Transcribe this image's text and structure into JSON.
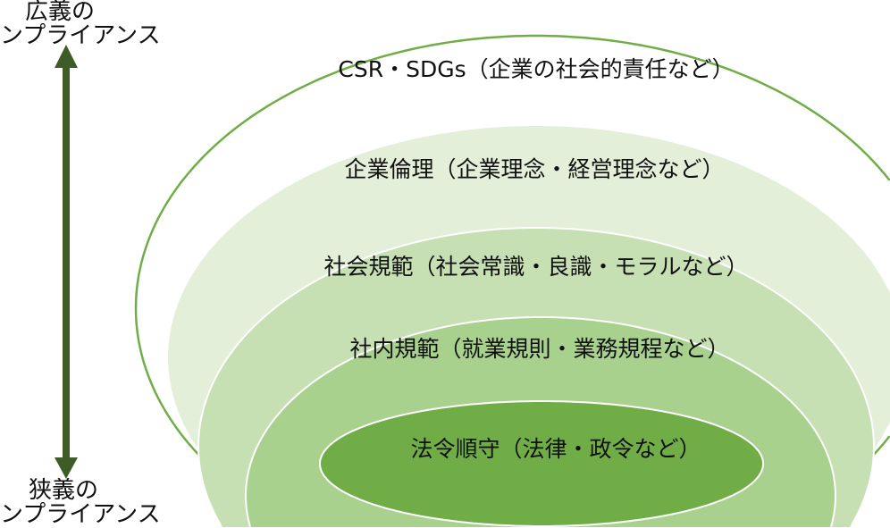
{
  "left_axis": {
    "top_label_line1": "広義の",
    "top_label_line2": "ンプライアンス",
    "bottom_label_line1": "狭義の",
    "bottom_label_line2": "ンプライアンス",
    "arrow_color": "#3d5c27"
  },
  "layers": [
    {
      "label": "CSR・SDGs（企業の社会的責任など）",
      "fill": "#ffffff"
    },
    {
      "label": "企業倫理（企業理念・経営理念など）",
      "fill": "#e3efd9"
    },
    {
      "label": "社会規範（社会常識・良識・モラルなど）",
      "fill": "#c6e0b3"
    },
    {
      "label": "社内規範（就業規則・業務規程など）",
      "fill": "#a9d18e"
    },
    {
      "label": "法令順守（法律・政令など）",
      "fill": "#70ad47"
    }
  ],
  "outline_color": "#70ad47"
}
